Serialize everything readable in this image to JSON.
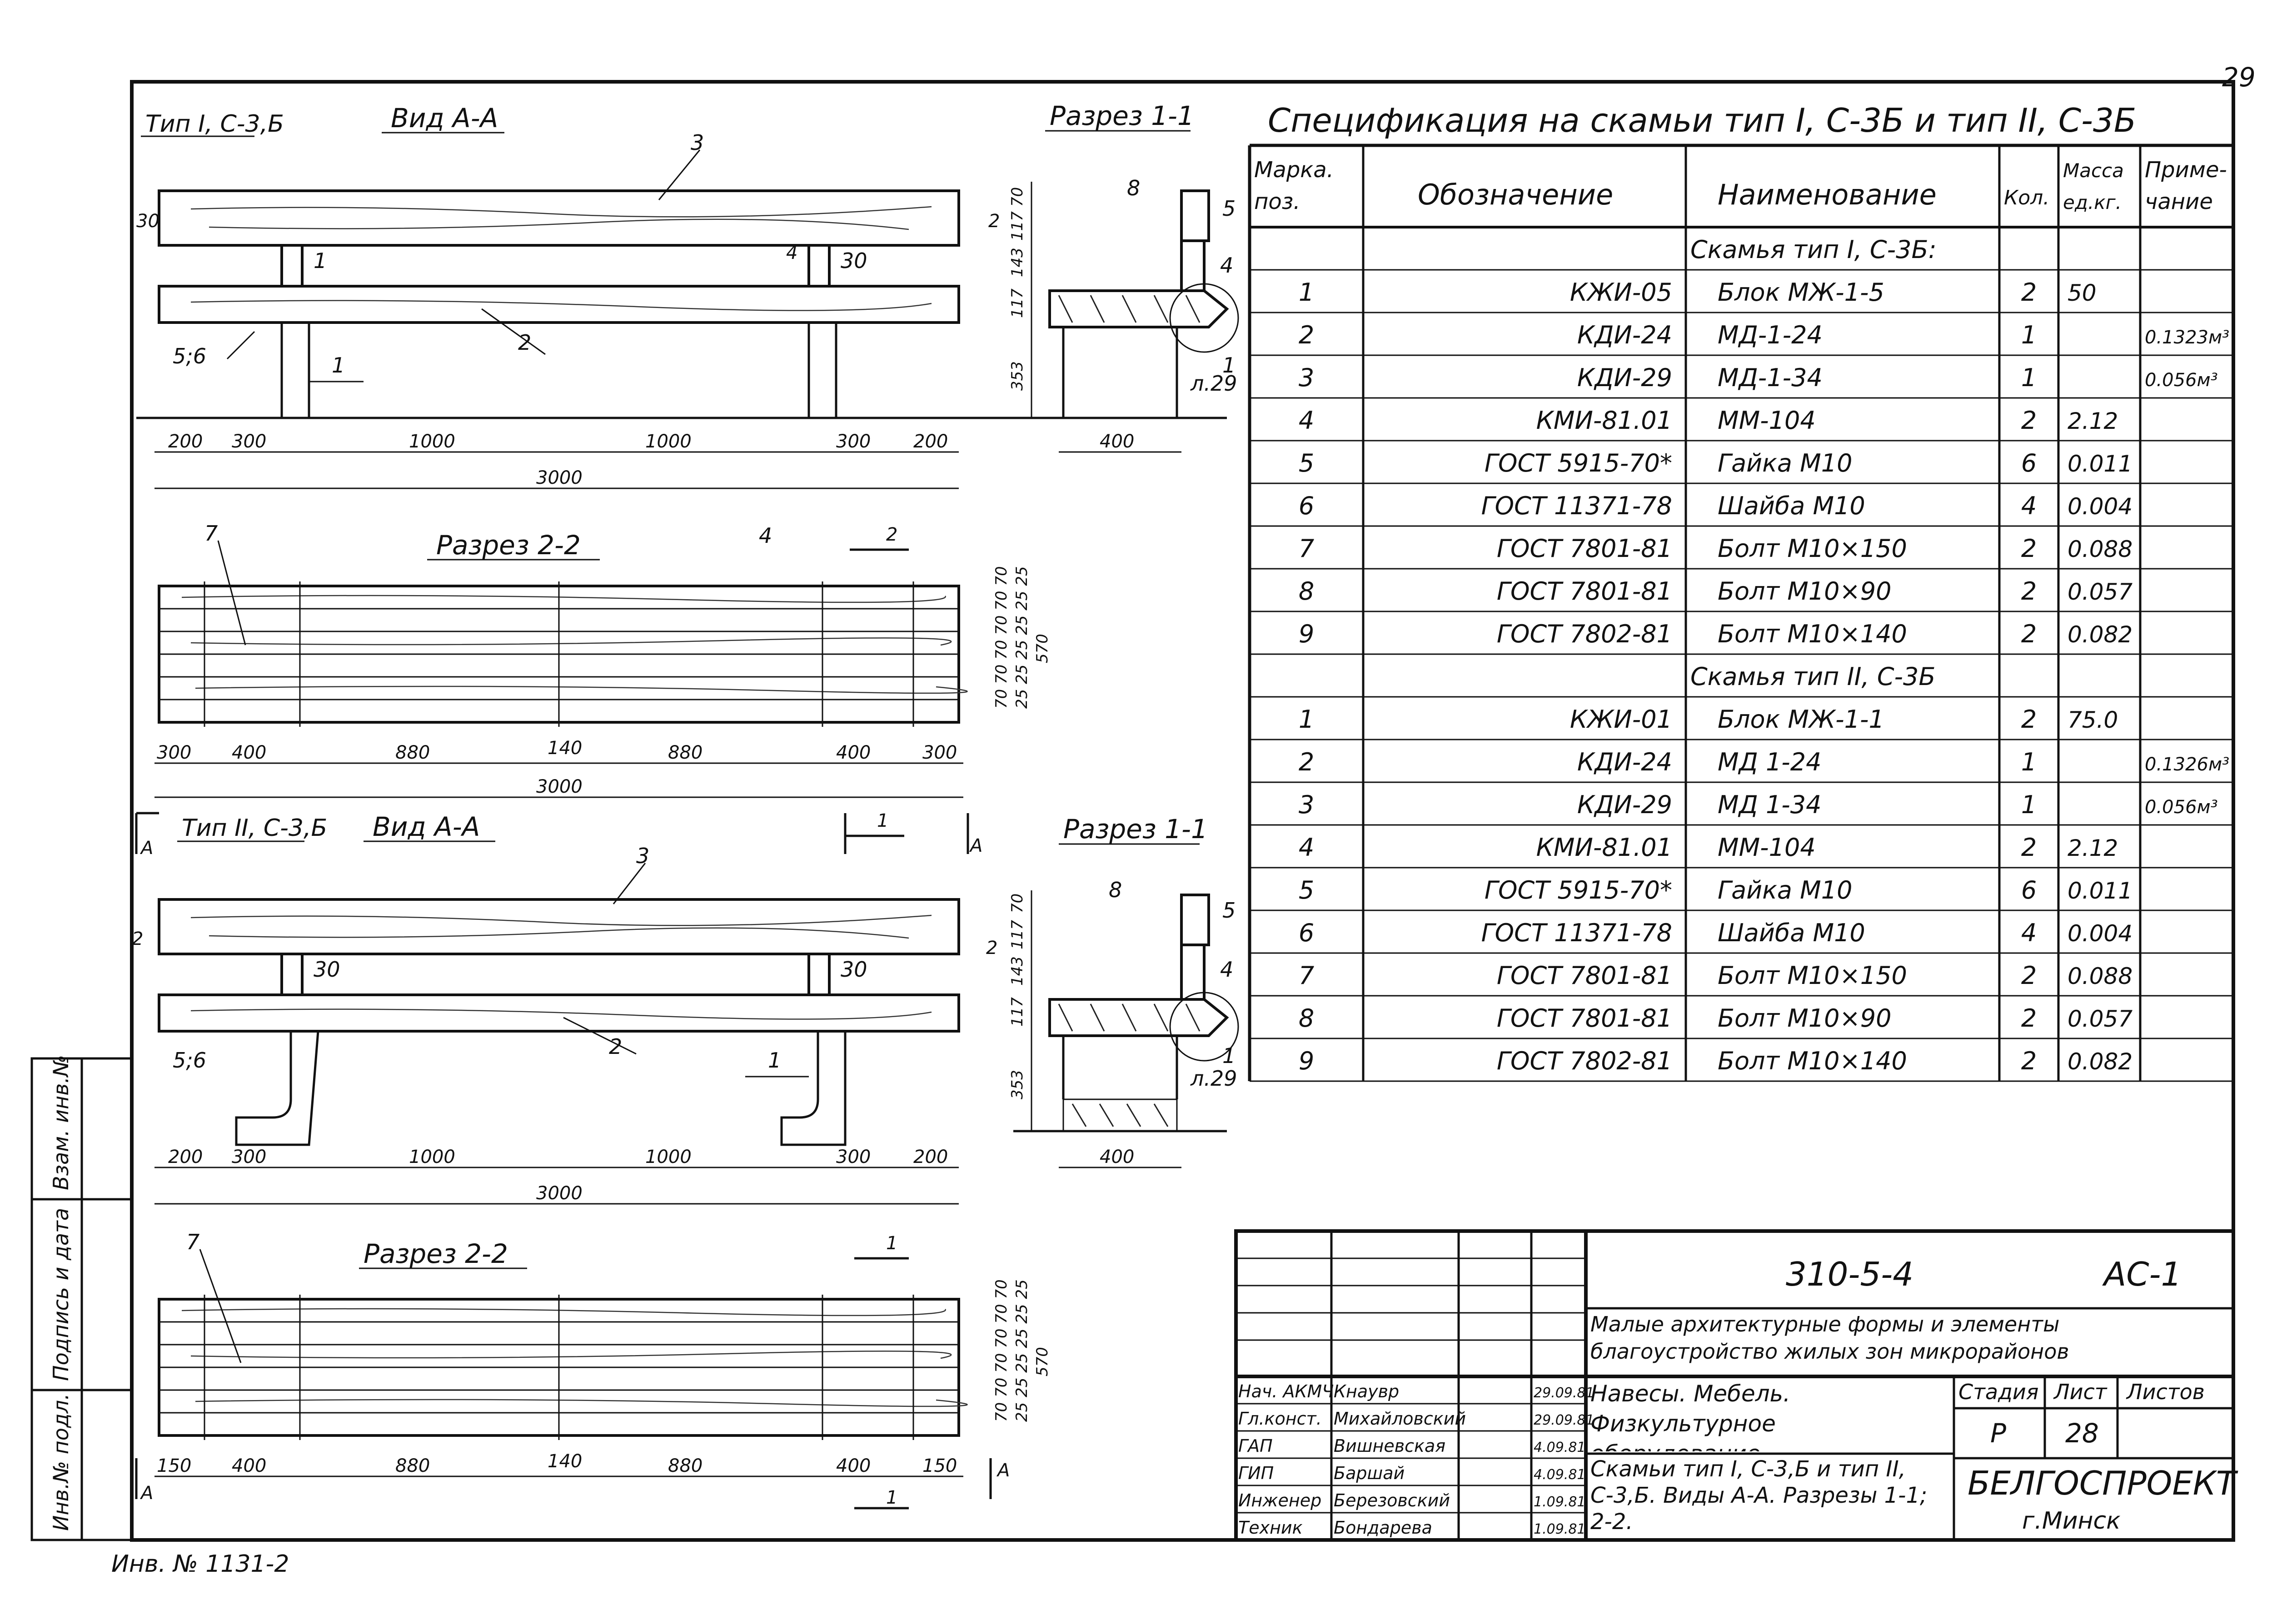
{
  "page_number": "29",
  "inventory_number": "Инв. № 1131-2",
  "left_margin_labels": [
    "Инв.№ подл.",
    "Подпись и дата",
    "Взам. инв.№"
  ],
  "type1": {
    "label": "Тип I, С-3,Б",
    "view_title": "Вид А-А",
    "section11_title": "Разрез 1-1",
    "section22_title": "Разрез 2-2",
    "side_note": "л.29",
    "callouts": [
      "3",
      "2",
      "1",
      "4",
      "5;6",
      "7",
      "8",
      "5",
      "4",
      "1",
      "30",
      "30",
      "2",
      "2",
      "1"
    ],
    "dims_view": [
      "200",
      "300",
      "1000",
      "1000",
      "300",
      "200"
    ],
    "total_view": "3000",
    "dims_vertical": [
      "70",
      "117",
      "143",
      "117",
      "353"
    ],
    "dim_section11": "400",
    "dims_section22": [
      "300",
      "400",
      "880",
      "140",
      "880",
      "400",
      "300"
    ],
    "total_section22": "3000",
    "dims_section22_vertical": [
      "70 70 70 70 70 70",
      "25 25 25 25 25 25",
      "570"
    ]
  },
  "type2": {
    "label": "Тип II, С-3,Б",
    "view_title": "Вид А-А",
    "section11_title": "Разрез 1-1",
    "section22_title": "Разрез 2-2",
    "side_note": "л.29",
    "marks": [
      "А",
      "А",
      "1",
      "1",
      "1",
      "А",
      "А"
    ],
    "callouts": [
      "3",
      "2",
      "1",
      "5;6",
      "7",
      "8",
      "5",
      "4",
      "1",
      "30",
      "30",
      "2",
      "2"
    ],
    "dims_view": [
      "200",
      "300",
      "1000",
      "1000",
      "300",
      "200"
    ],
    "total_view": "3000",
    "dim_section11": "400",
    "dims_section22": [
      "150",
      "400",
      "880",
      "140",
      "880",
      "400",
      "150"
    ],
    "dims_vertical": [
      "70",
      "117",
      "143",
      "117",
      "353"
    ],
    "dims_section22_vertical": [
      "70 70 70 70 70 70",
      "25 25 25 25 25 25",
      "570"
    ]
  },
  "spec": {
    "title": "Спецификация на скамьи тип I, С-3Б и тип II, С-3Б",
    "headers": [
      "Марка поз.",
      "Обозначение",
      "Наименование",
      "Кол.",
      "Масса ед.кг.",
      "Приме-чание"
    ],
    "group1": "Скамья тип I, С-3Б:",
    "rows1": [
      [
        "1",
        "КЖИ-05",
        "Блок МЖ-1-5",
        "2",
        "50",
        ""
      ],
      [
        "2",
        "КДИ-24",
        "МД-1-24",
        "1",
        "",
        "0.1323м³"
      ],
      [
        "3",
        "КДИ-29",
        "МД-1-34",
        "1",
        "",
        "0.056м³"
      ],
      [
        "4",
        "КМИ-81.01",
        "ММ-104",
        "2",
        "2.12",
        ""
      ],
      [
        "5",
        "ГОСТ 5915-70*",
        "Гайка М10",
        "6",
        "0.011",
        ""
      ],
      [
        "6",
        "ГОСТ 11371-78",
        "Шайба М10",
        "4",
        "0.004",
        ""
      ],
      [
        "7",
        "ГОСТ 7801-81",
        "Болт М10×150",
        "2",
        "0.088",
        ""
      ],
      [
        "8",
        "ГОСТ 7801-81",
        "Болт М10×90",
        "2",
        "0.057",
        ""
      ],
      [
        "9",
        "ГОСТ 7802-81",
        "Болт М10×140",
        "2",
        "0.082",
        ""
      ]
    ],
    "group2": "Скамья тип II, С-3Б",
    "rows2": [
      [
        "1",
        "КЖИ-01",
        "Блок МЖ-1-1",
        "2",
        "75.0",
        ""
      ],
      [
        "2",
        "КДИ-24",
        "МД 1-24",
        "1",
        "",
        "0.1326м³"
      ],
      [
        "3",
        "КДИ-29",
        "МД 1-34",
        "1",
        "",
        "0.056м³"
      ],
      [
        "4",
        "КМИ-81.01",
        "ММ-104",
        "2",
        "2.12",
        ""
      ],
      [
        "5",
        "ГОСТ 5915-70*",
        "Гайка М10",
        "6",
        "0.011",
        ""
      ],
      [
        "6",
        "ГОСТ 11371-78",
        "Шайба М10",
        "4",
        "0.004",
        ""
      ],
      [
        "7",
        "ГОСТ 7801-81",
        "Болт М10×150",
        "2",
        "0.088",
        ""
      ],
      [
        "8",
        "ГОСТ 7801-81",
        "Болт М10×90",
        "2",
        "0.057",
        ""
      ],
      [
        "9",
        "ГОСТ 7802-81",
        "Болт М10×140",
        "2",
        "0.082",
        ""
      ]
    ]
  },
  "title_block": {
    "code": "310-5-4",
    "sheet_code": "АС-1",
    "project": "Малые архитектурные формы и элементы благоустройство жилых зон микрорайонов",
    "section": "Навесы. Мебель. Физкультурное оборудование.",
    "drawing": "Скамьи тип I, С-3,Б и тип II, С-3,Б. Виды А-А. Разрезы 1-1; 2-2.",
    "stage_label": "Стадия",
    "sheet_label": "Лист",
    "sheets_label": "Листов",
    "stage": "Р",
    "sheet": "28",
    "org": "БЕЛГОСПРОЕКТ",
    "city": "г.Минск",
    "people": [
      {
        "role": "Нач. АКМЧ",
        "name": "Кнаувр",
        "date": "29.09.81"
      },
      {
        "role": "Гл.конст.",
        "name": "Михайловский",
        "date": "29.09.81"
      },
      {
        "role": "ГАП",
        "name": "Вишневская",
        "date": "4.09.81"
      },
      {
        "role": "ГИП",
        "name": "Баршай",
        "date": "4.09.81"
      },
      {
        "role": "Инженер",
        "name": "Березовский",
        "date": "1.09.81"
      },
      {
        "role": "Техник",
        "name": "Бондарева",
        "date": "1.09.81"
      }
    ]
  }
}
